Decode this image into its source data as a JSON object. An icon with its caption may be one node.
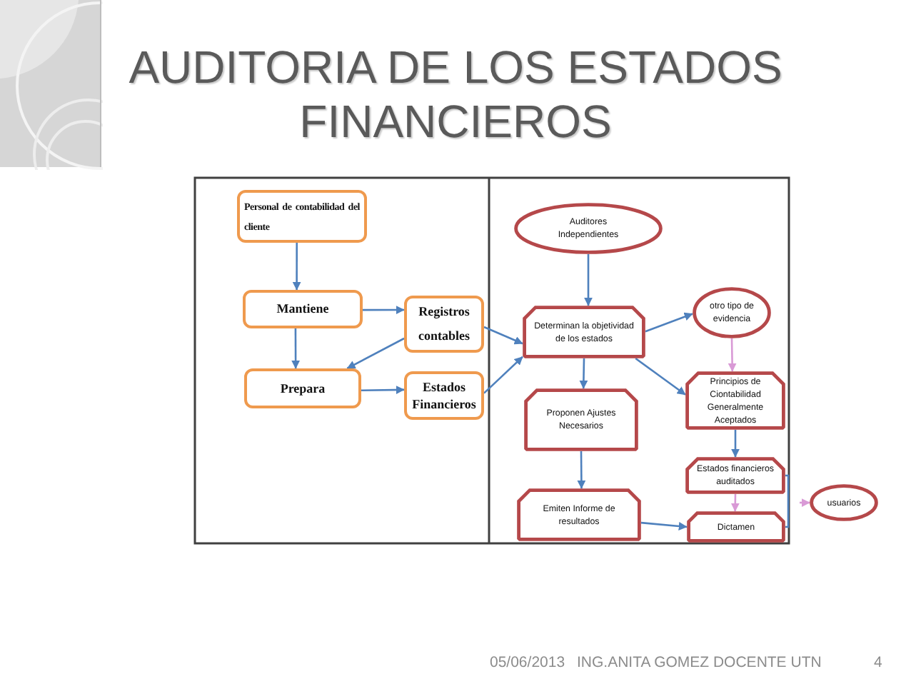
{
  "diagram": {
    "title": "AUDITORIA DE LOS ESTADOS FINANCIEROS",
    "nodes": [
      {
        "text": [
          "Personal de contabilidad del cliente"
        ]
      },
      {
        "text": [
          "Mantiene"
        ]
      },
      {
        "text": [
          "Registros contables"
        ]
      },
      {
        "text": [
          "Prepara"
        ]
      },
      {
        "text": [
          "Estados Financieros"
        ]
      },
      {
        "text": [
          "Auditores Independientes"
        ]
      },
      {
        "text": [
          "Determinan la objetividad de los estados"
        ]
      },
      {
        "text": [
          "otro tipo de evidencia"
        ]
      },
      {
        "text": [
          "Principios de Ciontabilidad Generalmente Aceptados"
        ]
      },
      {
        "text": [
          "Proponen Ajustes Necesarios"
        ]
      },
      {
        "text": [
          "Estados financieros auditados"
        ]
      },
      {
        "text": [
          "Emiten Informe de resultados"
        ]
      },
      {
        "text": [
          "Dictamen"
        ]
      },
      {
        "text": [
          "usuarios"
        ]
      }
    ],
    "edges": [
      {
        "from": 0,
        "to": 1,
        "arrow": "to"
      },
      {
        "from": 1,
        "to": 2,
        "arrow": "to"
      },
      {
        "from": 1,
        "to": 3,
        "arrow": "to"
      },
      {
        "from": 2,
        "to": 3,
        "arrow": "to"
      },
      {
        "from": 3,
        "to": 4,
        "arrow": "to"
      },
      {
        "from": 2,
        "to": 6,
        "arrow": "to"
      },
      {
        "from": 4,
        "to": 6,
        "arrow": "to"
      },
      {
        "from": 5,
        "to": 6,
        "arrow": "to"
      },
      {
        "from": 6,
        "to": 7,
        "arrow": "to"
      },
      {
        "from": 7,
        "to": 8,
        "arrow": "to",
        "color": "#d99ad6"
      },
      {
        "from": 6,
        "to": 9,
        "arrow": "to"
      },
      {
        "from": 6,
        "to": 8,
        "arrow": "to"
      },
      {
        "from": 8,
        "to": 10,
        "arrow": "to"
      },
      {
        "from": 9,
        "to": 11,
        "arrow": "to"
      },
      {
        "from": 10,
        "to": 12,
        "arrow": "to",
        "color": "#d99ad6"
      },
      {
        "from": 11,
        "to": 12,
        "arrow": "to"
      },
      {
        "from": 10,
        "to": 12,
        "arrow": "none"
      },
      {
        "from": null,
        "to": 13,
        "arrow": "to",
        "color": "#d99ad6"
      }
    ],
    "labels": [
      "05/06/2013",
      "ING.ANITA GOMEZ DOCENTE UTN",
      "4"
    ]
  }
}
